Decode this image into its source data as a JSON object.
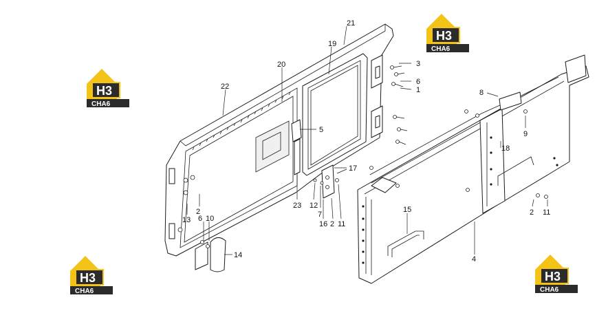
{
  "logo": {
    "text_top": "H3",
    "text_bottom": "CHA6",
    "color_yellow": "#f3c317",
    "color_dark": "#2b2b2b"
  },
  "callouts": [
    {
      "label": "21"
    },
    {
      "label": "19"
    },
    {
      "label": "20"
    },
    {
      "label": "22"
    },
    {
      "label": "3"
    },
    {
      "label": "6"
    },
    {
      "label": "1"
    },
    {
      "label": "8"
    },
    {
      "label": "9"
    },
    {
      "label": "5"
    },
    {
      "label": "17"
    },
    {
      "label": "18"
    },
    {
      "label": "23"
    },
    {
      "label": "12"
    },
    {
      "label": "7"
    },
    {
      "label": "16"
    },
    {
      "label": "2"
    },
    {
      "label": "11"
    },
    {
      "label": "2"
    },
    {
      "label": "13"
    },
    {
      "label": "6"
    },
    {
      "label": "10"
    },
    {
      "label": "14"
    },
    {
      "label": "15"
    },
    {
      "label": "4"
    },
    {
      "label": "2"
    },
    {
      "label": "11"
    }
  ]
}
